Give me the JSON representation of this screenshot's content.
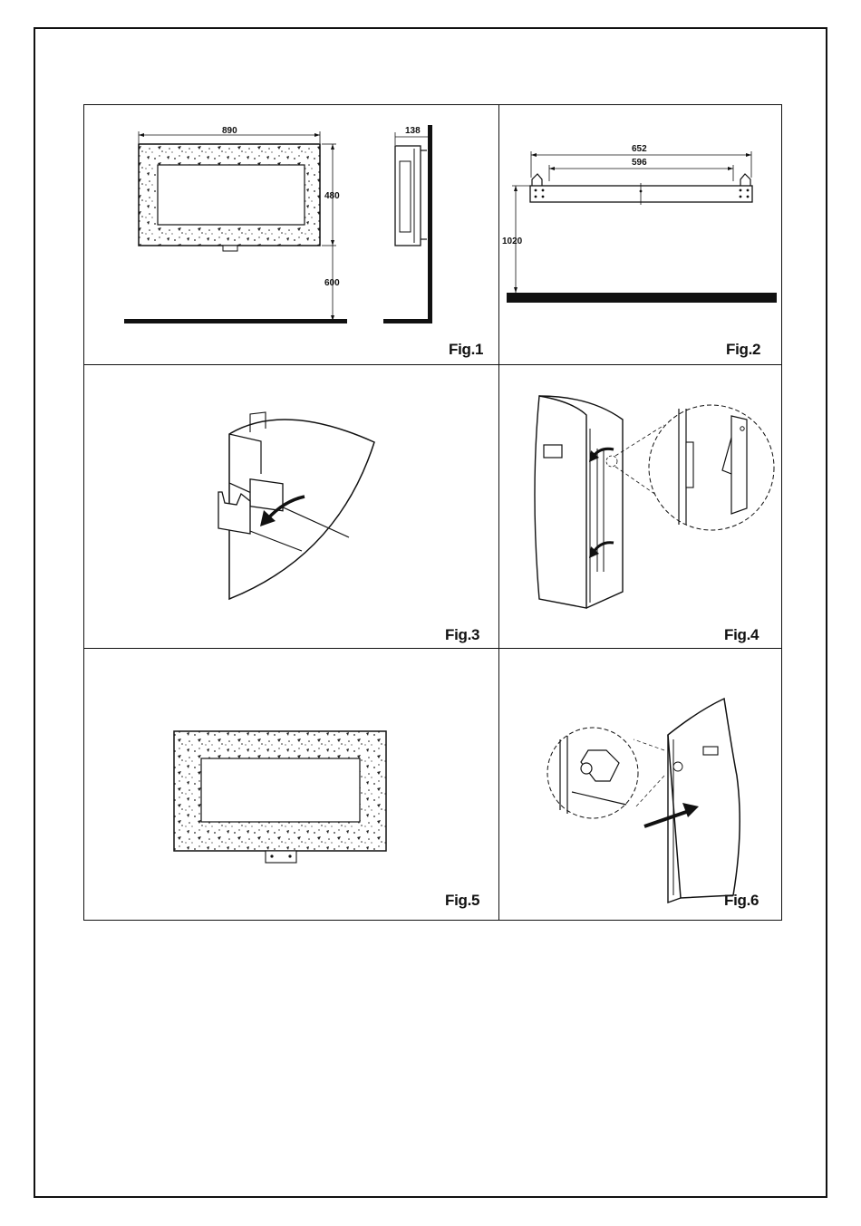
{
  "figures": [
    {
      "id": "fig1",
      "label": "Fig.1",
      "dims": {
        "width": "890",
        "depth": "138",
        "height": "480",
        "floor_clearance": "600"
      }
    },
    {
      "id": "fig2",
      "label": "Fig.2",
      "dims": {
        "outer": "652",
        "inner": "596",
        "height": "1020"
      }
    },
    {
      "id": "fig3",
      "label": "Fig.3"
    },
    {
      "id": "fig4",
      "label": "Fig.4"
    },
    {
      "id": "fig5",
      "label": "Fig.5"
    },
    {
      "id": "fig6",
      "label": "Fig.6"
    }
  ],
  "colors": {
    "line": "#111111",
    "background": "#ffffff",
    "speckle": "#222222"
  }
}
